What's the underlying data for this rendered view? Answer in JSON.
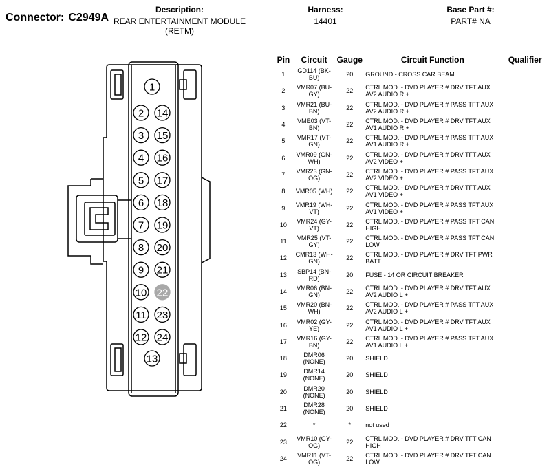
{
  "header": {
    "connector_label": "Connector:",
    "connector_value": "C2949A",
    "description_label": "Description:",
    "description_value": "REAR ENTERTAINMENT MODULE (RETM)",
    "harness_label": "Harness:",
    "harness_value": "14401",
    "base_part_label": "Base Part #:",
    "base_part_value": "PART# NA"
  },
  "columns": {
    "pin": "Pin",
    "circuit": "Circuit",
    "gauge": "Gauge",
    "function": "Circuit Function",
    "qualifier": "Qualifier"
  },
  "rows": [
    {
      "pin": "1",
      "circuit": "GD114 (BK-BU)",
      "gauge": "20",
      "function": "GROUND - CROSS CAR BEAM",
      "qualifier": ""
    },
    {
      "pin": "2",
      "circuit": "VMR07 (BU-GY)",
      "gauge": "22",
      "function": "CTRL MOD. - DVD PLAYER # DRV TFT AUX AV2 AUDIO R +",
      "qualifier": ""
    },
    {
      "pin": "3",
      "circuit": "VMR21 (BU-BN)",
      "gauge": "22",
      "function": "CTRL MOD. - DVD PLAYER # PASS TFT AUX AV2 AUDIO R +",
      "qualifier": ""
    },
    {
      "pin": "4",
      "circuit": "VME03 (VT-BN)",
      "gauge": "22",
      "function": "CTRL MOD. - DVD PLAYER # DRV TFT AUX AV1 AUDIO R +",
      "qualifier": ""
    },
    {
      "pin": "5",
      "circuit": "VMR17 (VT-GN)",
      "gauge": "22",
      "function": "CTRL MOD. - DVD PLAYER # PASS TFT AUX AV1 AUDIO R +",
      "qualifier": ""
    },
    {
      "pin": "6",
      "circuit": "VMR09 (GN-WH)",
      "gauge": "22",
      "function": "CTRL MOD. - DVD PLAYER # DRV TFT AUX AV2 VIDEO +",
      "qualifier": ""
    },
    {
      "pin": "7",
      "circuit": "VMR23 (GN-OG)",
      "gauge": "22",
      "function": "CTRL MOD. - DVD PLAYER # PASS TFT AUX AV2 VIDEO +",
      "qualifier": ""
    },
    {
      "pin": "8",
      "circuit": "VMR05 (WH)",
      "gauge": "22",
      "function": "CTRL MOD. - DVD PLAYER # DRV TFT AUX AV1 VIDEO +",
      "qualifier": ""
    },
    {
      "pin": "9",
      "circuit": "VMR19 (WH-VT)",
      "gauge": "22",
      "function": "CTRL MOD. - DVD PLAYER # PASS TFT AUX AV1 VIDEO +",
      "qualifier": ""
    },
    {
      "pin": "10",
      "circuit": "VMR24 (GY-VT)",
      "gauge": "22",
      "function": "CTRL MOD. - DVD PLAYER # PASS TFT CAN HIGH",
      "qualifier": ""
    },
    {
      "pin": "11",
      "circuit": "VMR25 (VT-GY)",
      "gauge": "22",
      "function": "CTRL MOD. - DVD PLAYER # PASS TFT CAN LOW",
      "qualifier": ""
    },
    {
      "pin": "12",
      "circuit": "CMR13 (WH-GN)",
      "gauge": "22",
      "function": "CTRL MOD. - DVD PLAYER # DRV TFT PWR BATT",
      "qualifier": ""
    },
    {
      "pin": "13",
      "circuit": "SBP14 (BN-RD)",
      "gauge": "20",
      "function": "FUSE - 14 OR CIRCUIT BREAKER",
      "qualifier": ""
    },
    {
      "pin": "14",
      "circuit": "VMR06 (BN-GN)",
      "gauge": "22",
      "function": "CTRL MOD. - DVD PLAYER # DRV TFT AUX AV2 AUDIO L +",
      "qualifier": ""
    },
    {
      "pin": "15",
      "circuit": "VMR20 (BN-WH)",
      "gauge": "22",
      "function": "CTRL MOD. - DVD PLAYER # PASS TFT AUX AV2 AUDIO L +",
      "qualifier": ""
    },
    {
      "pin": "16",
      "circuit": "VMR02 (GY-YE)",
      "gauge": "22",
      "function": "CTRL MOD. - DVD PLAYER # DRV TFT AUX AV1 AUDIO L +",
      "qualifier": ""
    },
    {
      "pin": "17",
      "circuit": "VMR16 (GY-BN)",
      "gauge": "22",
      "function": "CTRL MOD. - DVD PLAYER # PASS TFT AUX AV1 AUDIO L +",
      "qualifier": ""
    },
    {
      "pin": "18",
      "circuit": "DMR06 (NONE)",
      "gauge": "20",
      "function": "SHIELD",
      "qualifier": ""
    },
    {
      "pin": "19",
      "circuit": "DMR14 (NONE)",
      "gauge": "20",
      "function": "SHIELD",
      "qualifier": ""
    },
    {
      "pin": "20",
      "circuit": "DMR20 (NONE)",
      "gauge": "20",
      "function": "SHIELD",
      "qualifier": ""
    },
    {
      "pin": "21",
      "circuit": "DMR28 (NONE)",
      "gauge": "20",
      "function": "SHIELD",
      "qualifier": ""
    },
    {
      "pin": "22",
      "circuit": "*",
      "gauge": "*",
      "function": "not used",
      "qualifier": ""
    },
    {
      "pin": "23",
      "circuit": "VMR10 (GY-OG)",
      "gauge": "22",
      "function": "CTRL MOD. - DVD PLAYER # DRV TFT CAN HIGH",
      "qualifier": ""
    },
    {
      "pin": "24",
      "circuit": "VMR11 (VT-OG)",
      "gauge": "22",
      "function": "CTRL MOD. - DVD PLAYER # DRV TFT CAN LOW",
      "qualifier": ""
    }
  ],
  "connector_pins": [
    {
      "label": "1",
      "used": true
    },
    {
      "label": "2",
      "used": true
    },
    {
      "label": "14",
      "used": true
    },
    {
      "label": "3",
      "used": true
    },
    {
      "label": "15",
      "used": true
    },
    {
      "label": "4",
      "used": true
    },
    {
      "label": "16",
      "used": true
    },
    {
      "label": "5",
      "used": true
    },
    {
      "label": "17",
      "used": true
    },
    {
      "label": "6",
      "used": true
    },
    {
      "label": "18",
      "used": true
    },
    {
      "label": "7",
      "used": true
    },
    {
      "label": "19",
      "used": true
    },
    {
      "label": "8",
      "used": true
    },
    {
      "label": "20",
      "used": true
    },
    {
      "label": "9",
      "used": true
    },
    {
      "label": "21",
      "used": true
    },
    {
      "label": "10",
      "used": true
    },
    {
      "label": "22",
      "used": false
    },
    {
      "label": "11",
      "used": true
    },
    {
      "label": "23",
      "used": true
    },
    {
      "label": "12",
      "used": true
    },
    {
      "label": "24",
      "used": true
    },
    {
      "label": "13",
      "used": true
    }
  ],
  "colors": {
    "unused_pin_fill": "#a8a8a8",
    "unused_pin_text": "#ffffff",
    "line": "#000000"
  }
}
